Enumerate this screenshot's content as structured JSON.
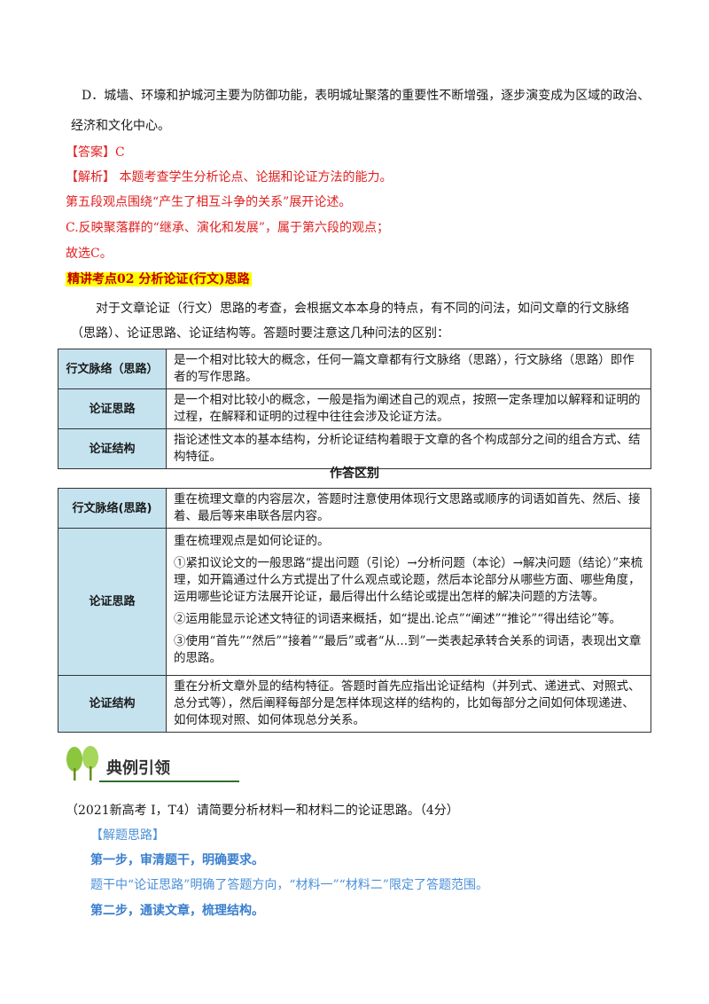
{
  "option_d": {
    "line1": "D．城墙、环壕和护城河主要为防御功能，表明城址聚落的重要性不断增强，逐步演变成为区域的政治、",
    "line2": "经济和文化中心。"
  },
  "answer": {
    "label": "【答案】",
    "value": "C"
  },
  "analysis": {
    "label": "【解析】",
    "text": " 本题考查学生分析论点、论据和论证方法的能力。",
    "line2": "第五段观点围绕“产生了相互斗争的关系”展开论述。",
    "line3": "C.反映聚落群的“继承、演化和发展”，属于第六段的观点；",
    "line4": "故选C。"
  },
  "section_heading": "精讲考点02  分析论证(行文)思路",
  "intro": "对于文章论证（行文）思路的考查，会根据文本本身的特点，有不同的问法，如问文章的行文脉络（思路）、论证思路、论证结构等。答题时要注意这几种问法的区别：",
  "table1": [
    {
      "label": "行文脉络（思路）",
      "desc": "是一个相对比较大的概念，任何一篇文章都有行文脉络（思路），行文脉络（思路）即作者的写作思路。"
    },
    {
      "label": "论证思路",
      "desc": "是一个相对比较小的概念，一般是指为阐述自己的观点，按照一定条理加以解释和证明的过程，在解释和证明的过程中往往会涉及论证方法。"
    },
    {
      "label": "论证结构",
      "desc": "指论述性文本的基本结构，分析论证结构着眼于文章的各个构成部分之间的组合方式、结构特征。"
    }
  ],
  "caption": "作答区别",
  "table2": {
    "row1": {
      "label": "行文脉络(思路)",
      "desc": "重在梳理文章的内容层次，答题时注意使用体现行文思路或顺序的词语如首先、然后、接着、最后等来串联各层内容。"
    },
    "row2": {
      "label": "论证思路",
      "p1": "重在梳理观点是如何论证的。",
      "p2": "①紧扣议论文的一般思路“提出问题（引论）→分析问题（本论）→解决问题（结论）”来梳理，如开篇通过什么方式提出了什么观点或论题，然后本论部分从哪些方面、哪些角度，运用哪些论证方法展开论证，最后得出什么结论或提出怎样的解决问题的方法等。",
      "p3": "②运用能显示论述文特征的词语来概括，如“提出.论点”“阐述”“推论”“得出结论”等。",
      "p4": "③使用“首先”“然后”“接着”“最后”或者“从...到”一类表起承转合关系的词语，表现出文章的思路。"
    },
    "row3": {
      "label": "论证结构",
      "desc": "重在分析文章外显的结构特征。答题时首先应指出论证结构（并列式、递进式、对照式、总分式等），然后阐释每部分是怎样体现这样的结构的，比如每部分之间如何体现递进、如何体现对照、如何体现总分关系。"
    }
  },
  "banner": {
    "title": "典例引领"
  },
  "question": "（2021新高考 I，T4）请简要分析材料一和材料二的论证思路。（4分）",
  "solve": {
    "label": "【解题思路】",
    "step1": "第一步，审清题干，明确要求。",
    "step1_text": "题干中“论证思路”明确了答题方向，“材料一”“材料二”限定了答题范围。",
    "step2": "第二步，通读文章，梳理结构。"
  },
  "colors": {
    "heading_bg": "#ffff00",
    "heading_text": "#c00000",
    "red": "#e02020",
    "table_label_bg": "#c5e3ef",
    "blue": "#4a8fd8"
  }
}
